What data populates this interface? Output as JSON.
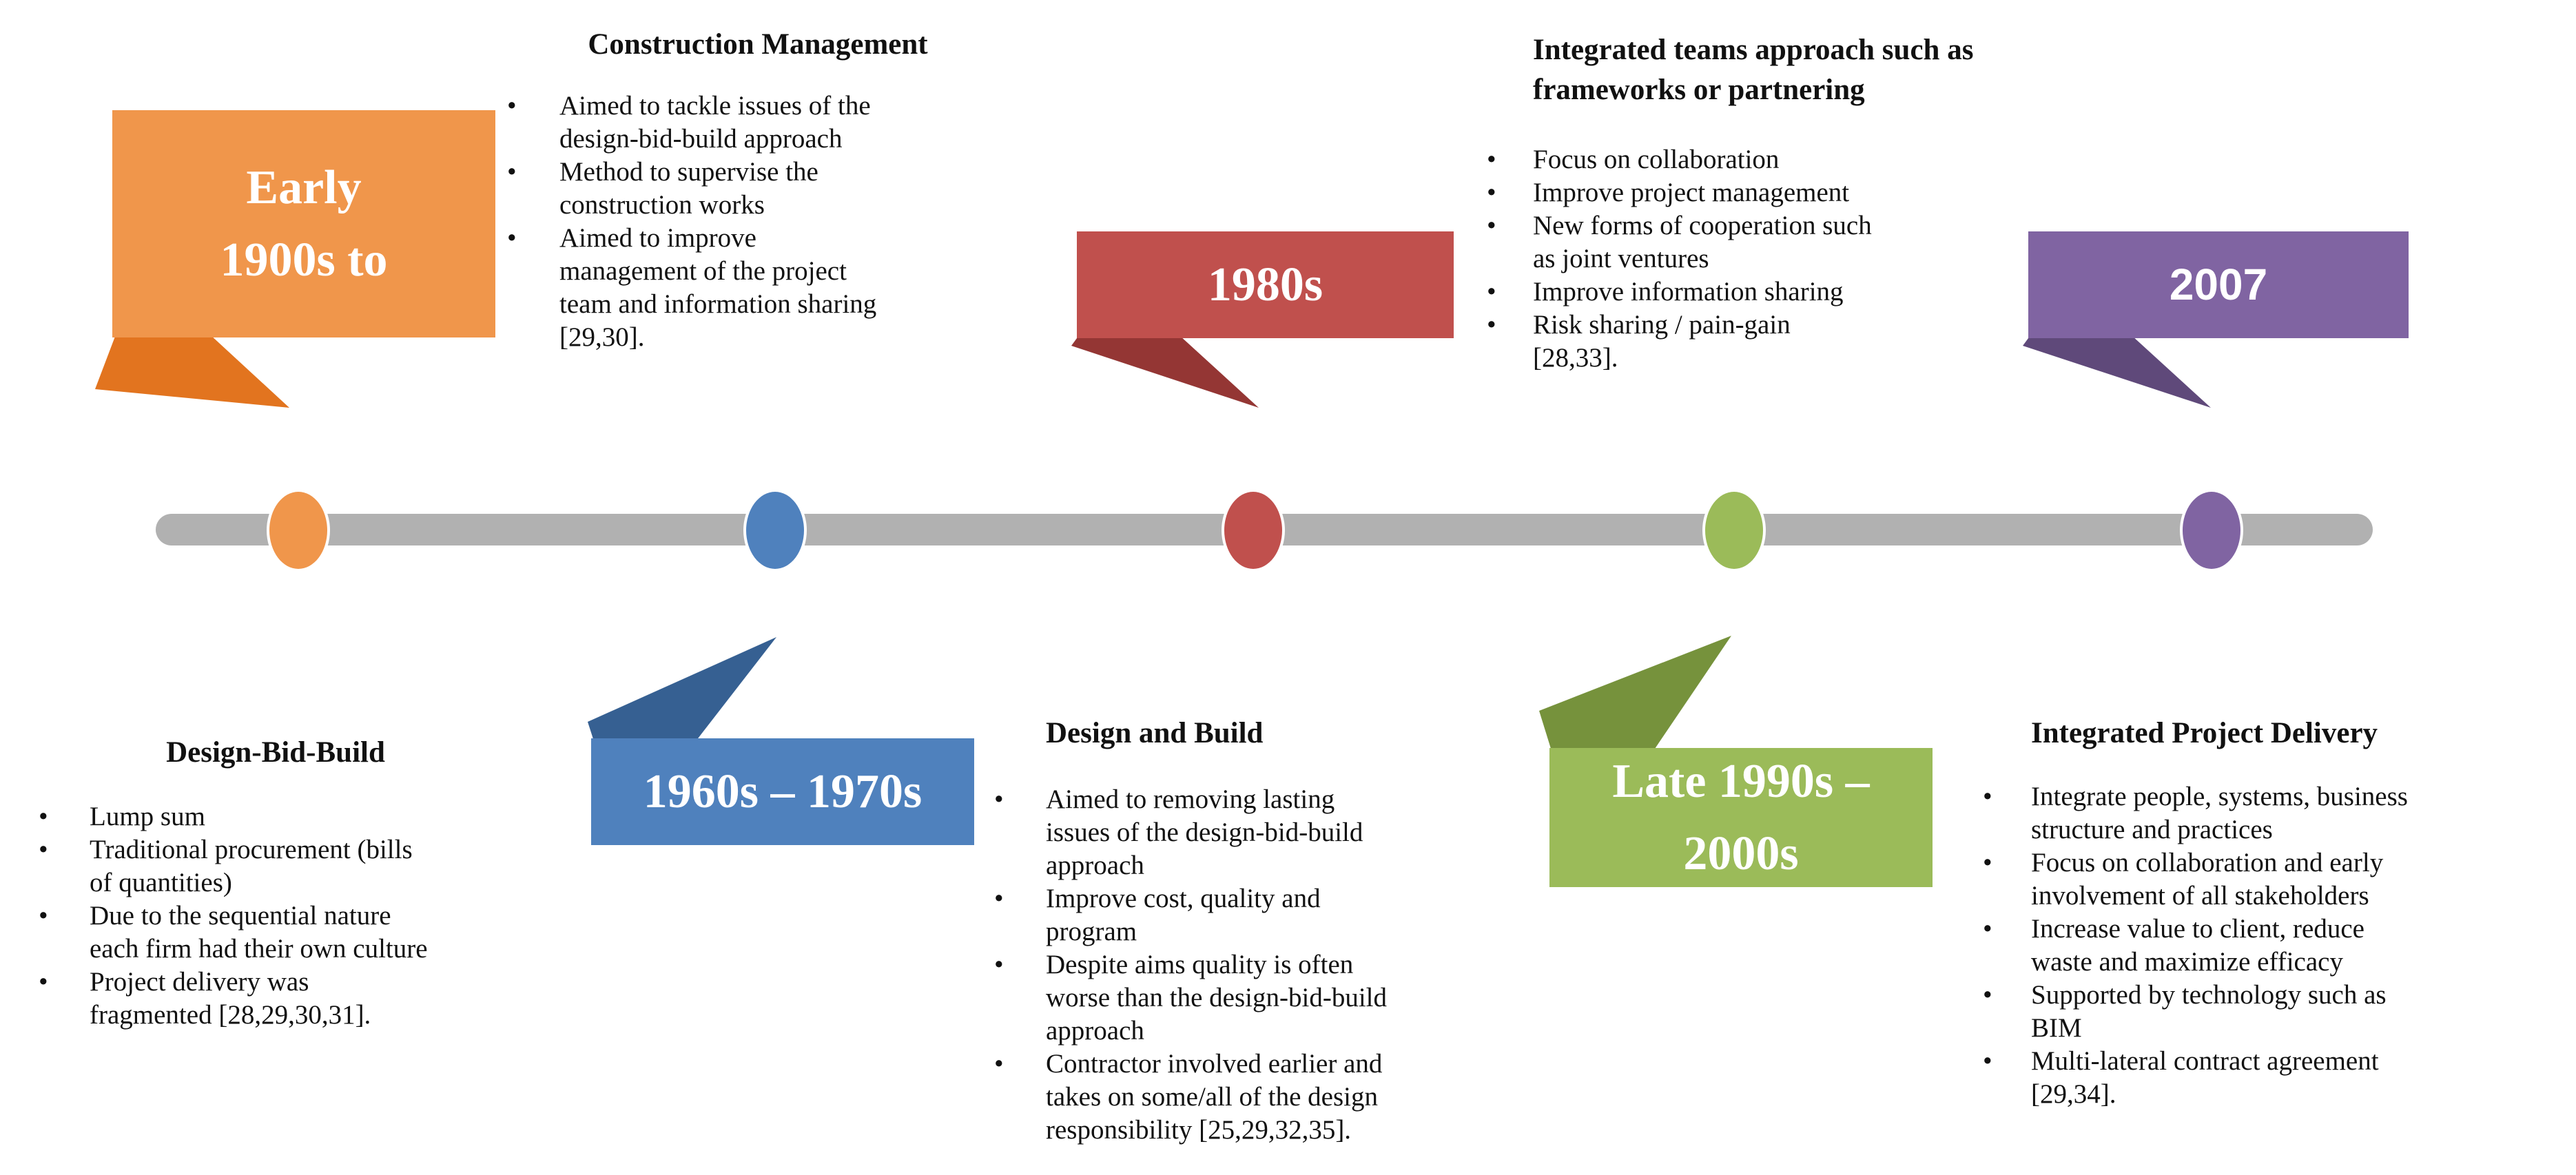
{
  "ui": {
    "bullet": "•",
    "background": "#ffffff"
  },
  "timeline": {
    "bar_color": "#B1B1B1"
  },
  "milestones": [
    {
      "id": "early-1900s",
      "label": "Early\n1900s to",
      "color": "#F0964B",
      "tail_color": "#E2741F"
    },
    {
      "id": "1960s-1970s",
      "label": "1960s – 1970s",
      "color": "#4F81BD",
      "tail_color": "#366092"
    },
    {
      "id": "1980s",
      "label": "1980s",
      "color": "#C0504D",
      "tail_color": "#943634"
    },
    {
      "id": "late-1990s-2000s",
      "label": "Late 1990s –\n2000s",
      "color": "#9BBB59",
      "tail_color": "#76923C"
    },
    {
      "id": "2007",
      "label": "2007",
      "color": "#8064A2",
      "tail_color": "#5F497A"
    }
  ],
  "blocks": [
    {
      "title": "Construction Management",
      "bullets": [
        "Aimed to tackle issues of the\ndesign-bid-build approach",
        "Method to supervise the\nconstruction works",
        "Aimed to improve\nmanagement of the project\nteam and information sharing\n[29,30]."
      ]
    },
    {
      "title": "Integrated teams approach such as\nframeworks or partnering",
      "bullets": [
        "Focus on collaboration",
        "Improve project management",
        "New forms of cooperation such\nas joint ventures",
        "Improve information sharing",
        "Risk sharing / pain-gain\n[28,33]."
      ]
    },
    {
      "title": "Design-Bid-Build",
      "bullets": [
        "Lump sum",
        "Traditional procurement (bills\nof quantities)",
        "Due to the sequential nature\neach firm had their own culture",
        "Project delivery was\nfragmented [28,29,30,31]."
      ]
    },
    {
      "title": "Design and Build",
      "bullets": [
        "Aimed to removing lasting\nissues of the design-bid-build\napproach",
        "Improve cost, quality and\nprogram",
        "Despite aims quality is often\nworse than the design-bid-build\napproach",
        "Contractor involved earlier and\ntakes on some/all of the design\nresponsibility [25,29,32,35]."
      ]
    },
    {
      "title": "Integrated Project Delivery",
      "bullets": [
        "Integrate people, systems, business\nstructure and practices",
        "Focus on collaboration and early\ninvolvement of all stakeholders",
        "Increase value to client, reduce\nwaste and maximize efficacy",
        "Supported by technology such as\nBIM",
        "Multi-lateral contract agreement\n[29,34]."
      ]
    }
  ]
}
